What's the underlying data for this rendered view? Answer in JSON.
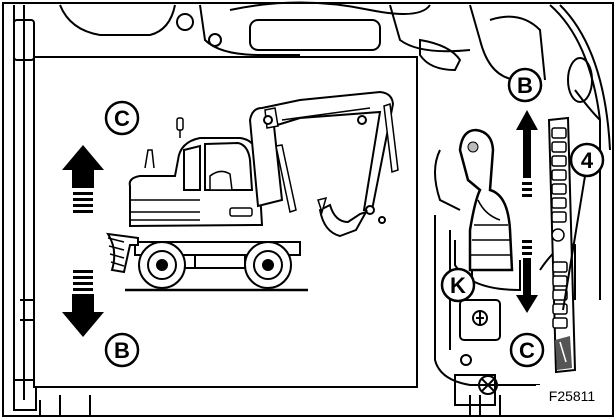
{
  "labels": {
    "c_top": "C",
    "b_bottom": "B",
    "b_right": "B",
    "four": "4",
    "k": "K",
    "c_right": "C"
  },
  "figure_ref": "F25811",
  "colors": {
    "ink": "#000000",
    "paper": "#ffffff"
  }
}
